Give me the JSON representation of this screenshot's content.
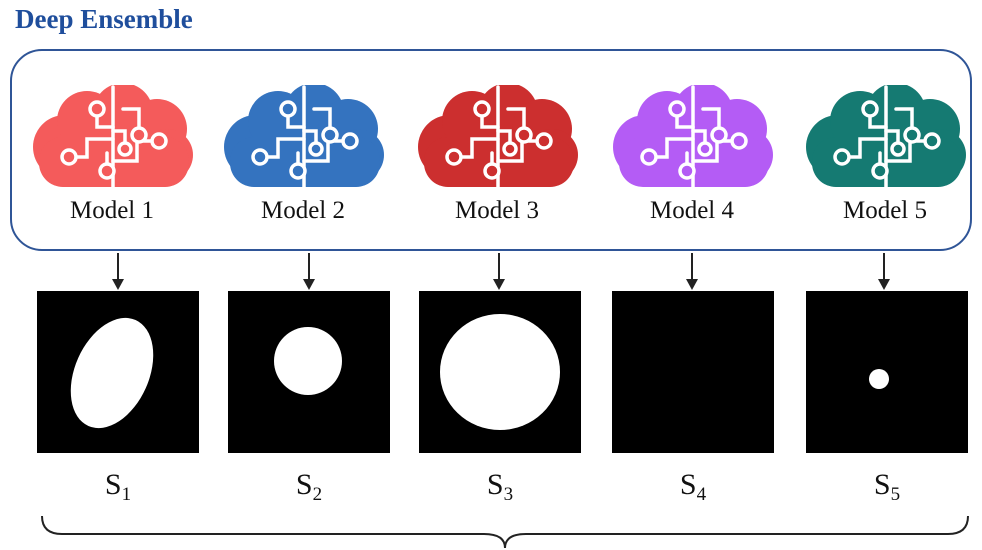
{
  "title": "Deep Ensemble",
  "models": [
    {
      "label": "Model 1",
      "icon": "brain-circuit-icon",
      "color": "#f45b5b"
    },
    {
      "label": "Model 2",
      "icon": "brain-circuit-icon",
      "color": "#3473bf"
    },
    {
      "label": "Model 3",
      "icon": "brain-circuit-icon",
      "color": "#cc2f2f"
    },
    {
      "label": "Model 4",
      "icon": "brain-circuit-icon",
      "color": "#b45cf5"
    },
    {
      "label": "Model 5",
      "icon": "brain-circuit-icon",
      "color": "#157a72"
    }
  ],
  "segmentations": [
    {
      "symbol": "S",
      "index": "1"
    },
    {
      "symbol": "S",
      "index": "2"
    },
    {
      "symbol": "S",
      "index": "3"
    },
    {
      "symbol": "S",
      "index": "4"
    },
    {
      "symbol": "S",
      "index": "5"
    }
  ]
}
